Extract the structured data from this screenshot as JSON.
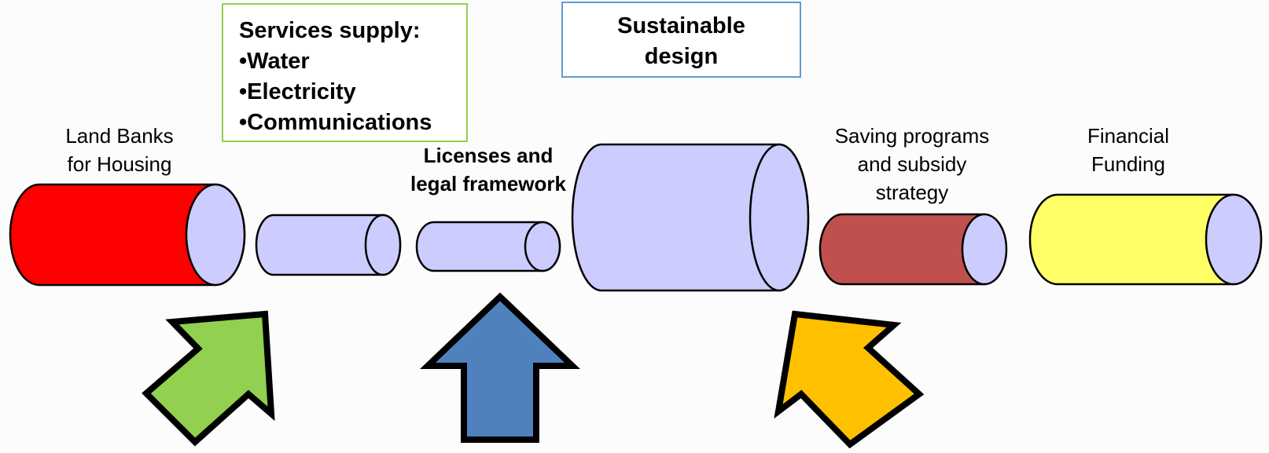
{
  "labels": {
    "services_title": "Services supply:",
    "services_items": [
      "•Water",
      "•Electricity",
      "•Communications"
    ],
    "sustainable_design": [
      "Sustainable",
      "design"
    ],
    "land_banks": [
      "Land Banks",
      "for Housing"
    ],
    "licenses": [
      "Licenses and",
      "legal framework"
    ],
    "saving_programs": [
      "Saving programs",
      "and subsidy",
      "strategy"
    ],
    "financial_funding": [
      "Financial",
      "Funding"
    ]
  },
  "colors": {
    "land_banks_pipe": "#ff0000",
    "light_pipe": "#ccccff",
    "saving_programs_pipe": "#c0504d",
    "financial_funding_pipe": "#ffff66",
    "green_arrow": "#92d050",
    "blue_arrow": "#4f81bd",
    "orange_arrow": "#ffc000",
    "outline": "#000000"
  }
}
